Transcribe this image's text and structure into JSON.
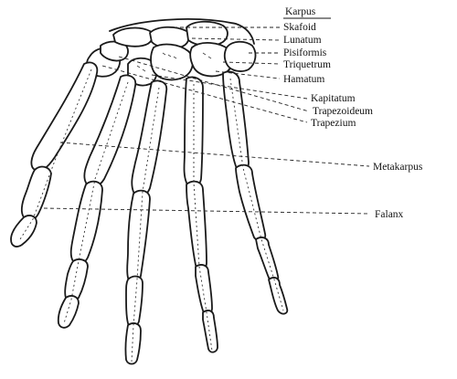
{
  "labels": {
    "karpus": "Karpus",
    "skafoid": "Skafoid",
    "lunatum": "Lunatum",
    "pisiformis": "Pisiformis",
    "triquetrum": "Triquetrum",
    "hamatum": "Hamatum",
    "kapitatum": "Kapitatum",
    "trapezoideum": "Trapezoideum",
    "trapezium": "Trapezium",
    "metakarpus": "Metakarpus",
    "falanx": "Falanx"
  }
}
